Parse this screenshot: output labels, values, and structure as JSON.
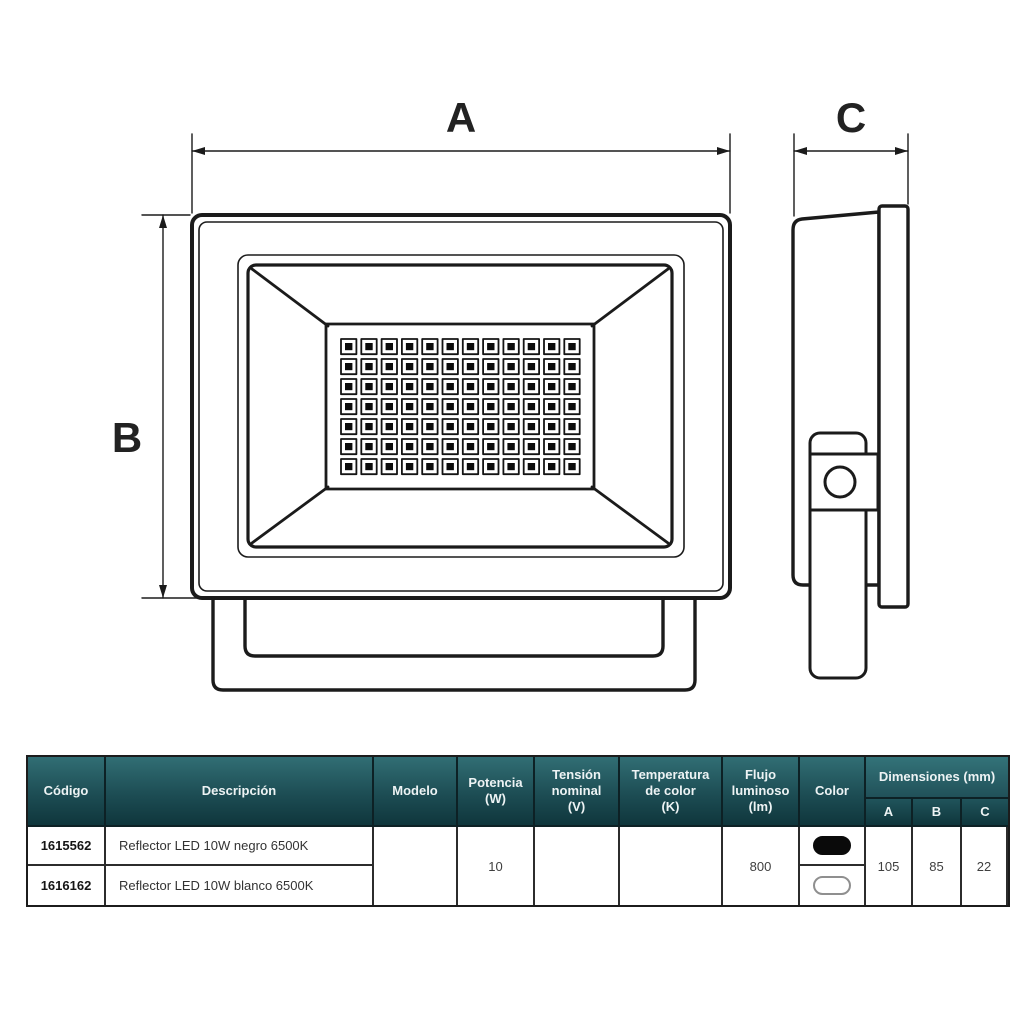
{
  "drawing": {
    "dim_labels": {
      "a": "A",
      "b": "B",
      "c": "C"
    },
    "led_grid": {
      "cols": 12,
      "rows": 7
    },
    "stroke_color": "#1b1b1b"
  },
  "table": {
    "columns": [
      {
        "id": "codigo",
        "label": "Código"
      },
      {
        "id": "descripcion",
        "label": "Descripción"
      },
      {
        "id": "modelo",
        "label": "Modelo"
      },
      {
        "id": "potencia",
        "label": "Potencia\n(W)"
      },
      {
        "id": "tension",
        "label": "Tensión\nnominal\n(V)"
      },
      {
        "id": "temperatura",
        "label": "Temperatura\nde color\n(K)"
      },
      {
        "id": "flujo",
        "label": "Flujo\nluminoso\n(lm)"
      },
      {
        "id": "color",
        "label": "Color"
      }
    ],
    "dimensiones": {
      "label": "Dimensiones (mm)",
      "sub": [
        "A",
        "B",
        "C"
      ]
    },
    "rows": [
      {
        "codigo": "1615562",
        "descripcion": "Reflector LED 10W negro 6500K",
        "color_name": "negro"
      },
      {
        "codigo": "1616162",
        "descripcion": "Reflector LED 10W blanco 6500K",
        "color_name": "blanco"
      }
    ],
    "shared": {
      "modelo": "",
      "potencia": "10",
      "tension": "",
      "temperatura": "",
      "flujo": "800",
      "dim_a": "105",
      "dim_b": "85",
      "dim_c": "22"
    },
    "swatches": {
      "negro": {
        "hex": "#0a0a0a",
        "border": "#0a0a0a"
      },
      "blanco": {
        "hex": "#ffffff",
        "border": "#8f8f8f"
      }
    },
    "colors": {
      "header_top": "#316e74",
      "header_bottom": "#0f363c",
      "header_text": "#edf3f4",
      "body_grid_line": "#2c2c2c"
    }
  }
}
